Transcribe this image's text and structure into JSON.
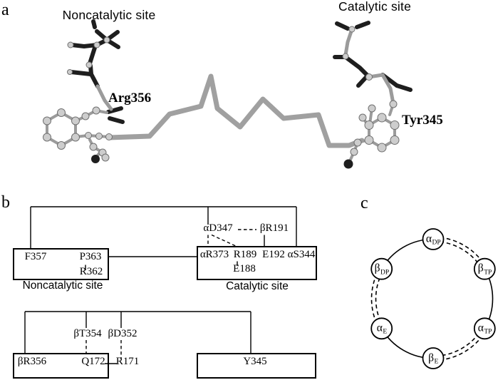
{
  "figure": {
    "panel_a": {
      "label": "a",
      "noncatalytic_title": "Noncatalytic site",
      "catalytic_title": "Catalytic site",
      "arg_label": "Arg356",
      "tyr_label": "Tyr345"
    },
    "panel_b": {
      "label": "b",
      "map1": {
        "noncat": {
          "f357": "F357",
          "p363": "P363",
          "r362": "R362",
          "caption": "Noncatalytic site"
        },
        "cat": {
          "ar373": "αR373",
          "r189": "R189",
          "e192": "E192",
          "as344": "αS344",
          "e188": "E188",
          "caption": "Catalytic site"
        },
        "ad347": "αD347",
        "br191": "βR191",
        "links": [
          {
            "a": "F357",
            "b": "αS344",
            "style": "solid"
          },
          {
            "a": "F357",
            "b": "αD347",
            "style": "solid"
          },
          {
            "a": "P363",
            "b": "R362",
            "style": "solid"
          },
          {
            "a": "P363",
            "b": "αR373",
            "style": "solid"
          },
          {
            "a": "αD347",
            "b": "βR191",
            "style": "dashed"
          },
          {
            "a": "αD347",
            "b": "αR373",
            "style": "dashed"
          },
          {
            "a": "αD347",
            "b": "R189",
            "style": "dashed"
          },
          {
            "a": "βR191",
            "b": "E192",
            "style": "solid"
          },
          {
            "a": "R189",
            "b": "E188",
            "style": "solid"
          }
        ]
      },
      "map2": {
        "br356": "βR356",
        "q172": "Q172",
        "r171": "R171",
        "bt354": "βT354",
        "bd352": "βD352",
        "y345": "Y345",
        "links": [
          {
            "a": "βR356",
            "b": "Y345",
            "style": "solid"
          },
          {
            "a": "βT354",
            "b": "Q172",
            "style": "dashed"
          },
          {
            "a": "βD352",
            "b": "R171",
            "style": "dashed"
          },
          {
            "a": "Q172",
            "b": "R171",
            "style": "solid"
          }
        ]
      }
    },
    "panel_c": {
      "label": "c",
      "subunits": [
        {
          "main": "α",
          "sub": "DP"
        },
        {
          "main": "β",
          "sub": "TP"
        },
        {
          "main": "α",
          "sub": "TP"
        },
        {
          "main": "β",
          "sub": "E"
        },
        {
          "main": "α",
          "sub": "E"
        },
        {
          "main": "β",
          "sub": "DP"
        }
      ],
      "edges": [
        {
          "a": "αDP",
          "b": "βTP",
          "style": "double-dashed"
        },
        {
          "a": "βTP",
          "b": "αTP",
          "style": "solid"
        },
        {
          "a": "αTP",
          "b": "βE",
          "style": "double-dashed"
        },
        {
          "a": "βE",
          "b": "αE",
          "style": "solid"
        },
        {
          "a": "αE",
          "b": "βDP",
          "style": "double-dashed"
        },
        {
          "a": "βDP",
          "b": "αDP",
          "style": "solid"
        }
      ]
    },
    "colors": {
      "ink": "#000000",
      "backbone_gray": "#a0a0a0",
      "stick_dark": "#1e1e1e",
      "ball_gray": "#cdcdcd",
      "background": "#ffffff"
    }
  }
}
